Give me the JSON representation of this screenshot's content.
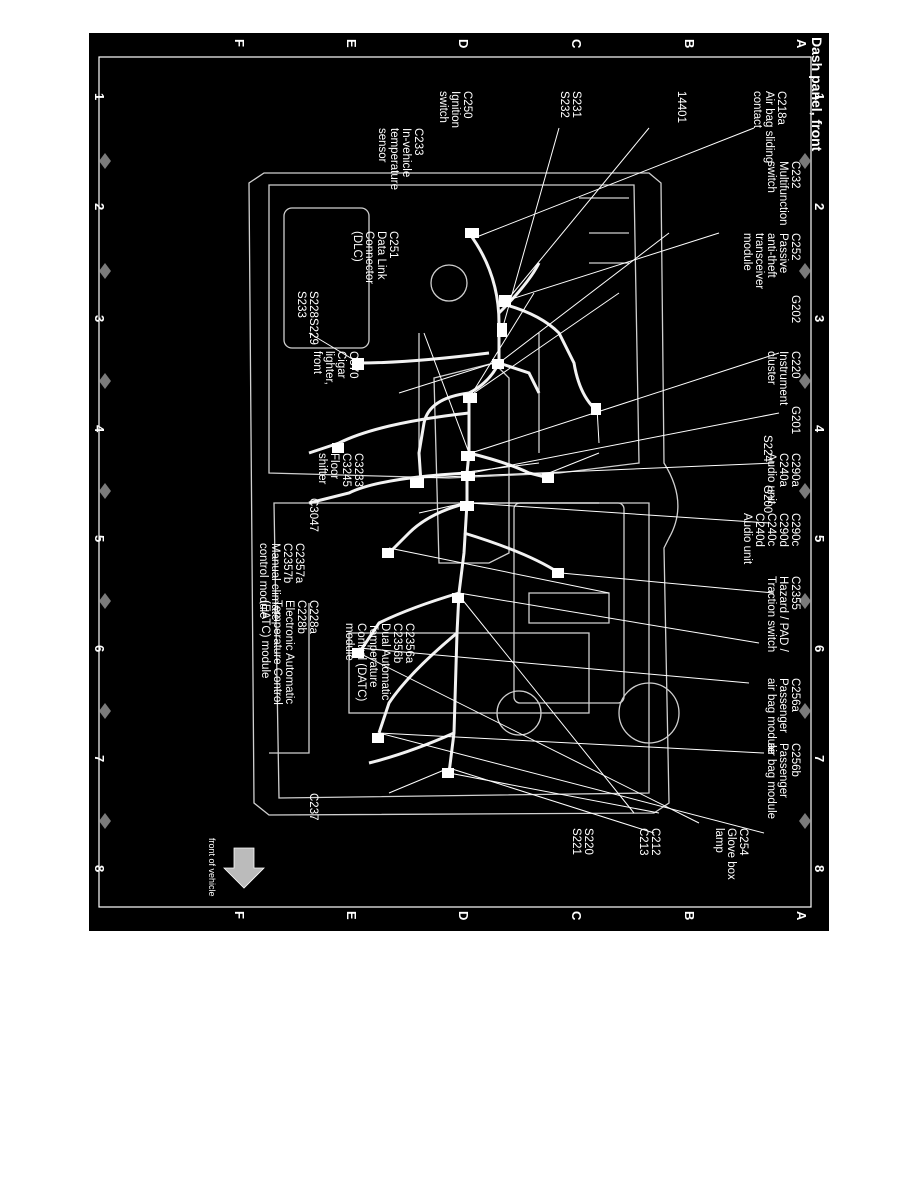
{
  "title": "Dash panel, front",
  "grid": {
    "columns": [
      "1",
      "2",
      "3",
      "4",
      "5",
      "6",
      "7",
      "8"
    ],
    "rows": [
      "A",
      "B",
      "C",
      "D",
      "E",
      "F"
    ]
  },
  "front_of_vehicle": "front of vehicle",
  "labels": {
    "c218a": "C218a\nAir bag sliding\ncontact",
    "n14401": "14401",
    "s231": "S231\nS232",
    "c250": "C250\nIgnition\nswitch",
    "c233": "C233\nIn-vehicle\ntemperature\nsensor",
    "c232": "C232\nMultifunction\nswitch",
    "c252": "C252\nPassive\nanti-theft\ntransceiver\nmodule",
    "c251": "C251\nData Link\nConnector\n(DLC)",
    "g202": "G202",
    "s228": "S228\nS233",
    "c220": "C220\nInstrument\ncluster",
    "s229": "S229",
    "c370": "C370\nCigar\nlighter,\nfront",
    "g201": "G201",
    "s224": "S224",
    "c290a": "C290a\nC240a\nAudio unit",
    "c3233": "C3233\nC3245\nFloor\nshifter",
    "g200": "G200",
    "c3047": "C3047",
    "c290c": "C290c\nC290d\nC240c\nC240d\nAudio unit",
    "c2357a": "C2357a\nC2357b\nManual climate\ncontrol module",
    "c2355": "C2355\nHazard / PAD /\nTraction switch",
    "c228a": "C228a\nC228b\nElectronic Automatic\nTemperature Control\n(EATC) module",
    "c2356a": "C2356a\nC2356b\nDual Automatic\nTemperature\nControl (DATC)\nmodule",
    "c256a": "C256a\nPassenger\nair bag module",
    "c256b": "C256b\nPassenger\nair bag module",
    "c237": "C237",
    "c254": "C254\nGlove box\nlamp",
    "c212": "C212\nC213",
    "s220": "S220\nS221"
  }
}
